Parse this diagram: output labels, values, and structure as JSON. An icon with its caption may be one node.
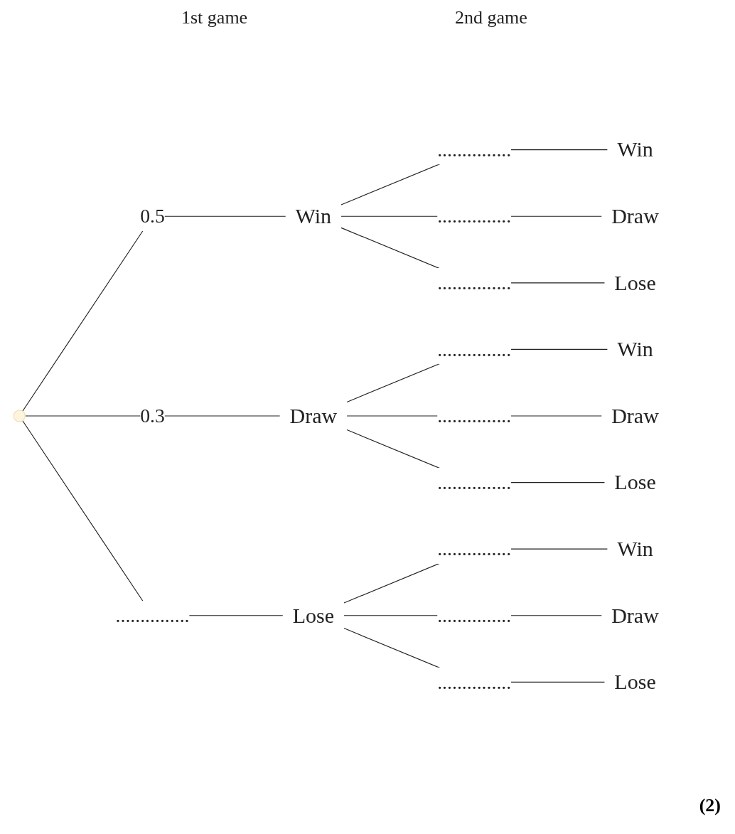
{
  "diagram": {
    "nodes": [
      {
        "text": [],
        "shape": "point"
      },
      {
        "text": [
          "Win"
        ]
      },
      {
        "text": [
          "Draw"
        ]
      },
      {
        "text": [
          "Lose"
        ]
      },
      {
        "text": [
          "Win"
        ]
      },
      {
        "text": [
          "Draw"
        ]
      },
      {
        "text": [
          "Lose"
        ]
      },
      {
        "text": [
          "Win"
        ]
      },
      {
        "text": [
          "Draw"
        ]
      },
      {
        "text": [
          "Lose"
        ]
      },
      {
        "text": [
          "Win"
        ]
      },
      {
        "text": [
          "Draw"
        ]
      },
      {
        "text": [
          "Lose"
        ]
      }
    ],
    "edges": [
      {
        "from": 0,
        "to": 1,
        "arrow": "none",
        "label": "0.5"
      },
      {
        "from": 0,
        "to": 2,
        "arrow": "none",
        "label": "0.3"
      },
      {
        "from": 0,
        "to": 3,
        "arrow": "none",
        "label": "..............."
      },
      {
        "from": 1,
        "to": 4,
        "arrow": "none",
        "label": "..............."
      },
      {
        "from": 1,
        "to": 5,
        "arrow": "none",
        "label": "..............."
      },
      {
        "from": 1,
        "to": 6,
        "arrow": "none",
        "label": "..............."
      },
      {
        "from": 2,
        "to": 7,
        "arrow": "none",
        "label": "..............."
      },
      {
        "from": 2,
        "to": 8,
        "arrow": "none",
        "label": "..............."
      },
      {
        "from": 2,
        "to": 9,
        "arrow": "none",
        "label": "..............."
      },
      {
        "from": 3,
        "to": 10,
        "arrow": "none",
        "label": "..............."
      },
      {
        "from": 3,
        "to": 11,
        "arrow": "none",
        "label": "..............."
      },
      {
        "from": 3,
        "to": 12,
        "arrow": "none",
        "label": "..............."
      }
    ],
    "labels": [
      "1st game",
      "2nd game",
      "(2)"
    ]
  }
}
